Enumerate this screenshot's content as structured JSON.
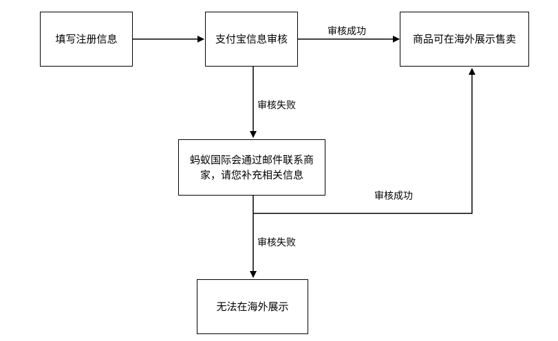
{
  "nodes": {
    "fill_registration": "填写注册信息",
    "alipay_review": "支付宝信息审核",
    "goods_overseas_sale": "商品可在海外展示售卖",
    "ant_contact_merchant": "蚂蚁国际会通过邮件联系商家，请您补充相关信息",
    "cannot_display_overseas": "无法在海外展示"
  },
  "edges": {
    "review_success_1": "审核成功",
    "review_fail_1": "审核失败",
    "review_success_2": "审核成功",
    "review_fail_2": "审核失败"
  }
}
